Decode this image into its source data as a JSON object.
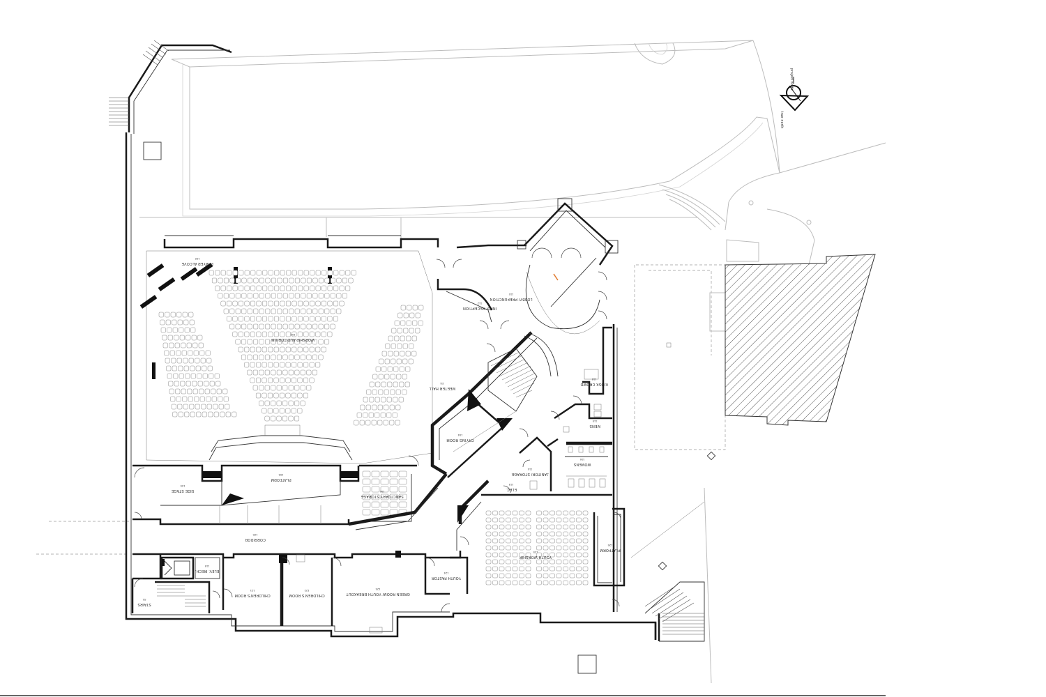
{
  "north_arrow": {
    "project_north": "project north",
    "true_north": "true north"
  },
  "rooms": [
    {
      "name": "PRAYER ALCOVE",
      "number": "102"
    },
    {
      "name": "WORSHIP AUDITORIUM",
      "number": "101"
    },
    {
      "name": "INFO/ RECEPTION",
      "number": "112"
    },
    {
      "name": "LOBBY/ PREFUNCTION",
      "number": "110"
    },
    {
      "name": "MEETER HALL",
      "number": "111"
    },
    {
      "name": "CRYING ROOM",
      "number": "104"
    },
    {
      "name": "KIOSK CROWD",
      "number": "118"
    },
    {
      "name": "MENS",
      "number": "115"
    },
    {
      "name": "WOMENS",
      "number": "116"
    },
    {
      "name": "JANITOR/ STORAGE",
      "number": "114"
    },
    {
      "name": "ELEC.",
      "number": "113"
    },
    {
      "name": "PLATFORM",
      "number": "103"
    },
    {
      "name": "SIDE STAGE",
      "number": "105"
    },
    {
      "name": "SANCTUARY STORAGE",
      "number": "106"
    },
    {
      "name": "CORRIDOR",
      "number": "120"
    },
    {
      "name": "YOUTH WORSHIP",
      "number": "125"
    },
    {
      "name": "PLATFORM",
      "number": "126"
    },
    {
      "name": "YOUTH PASTOR",
      "number": "124"
    },
    {
      "name": "GREEN ROOM/ YOUTH BREAKOUT",
      "number": "123"
    },
    {
      "name": "CHILDREN'S ROOM",
      "number": "122"
    },
    {
      "name": "CHILDREN'S ROOM",
      "number": "121"
    },
    {
      "name": "ELEV. MECH.",
      "number": "119"
    },
    {
      "name": "STAIRS",
      "number": "S1"
    }
  ]
}
